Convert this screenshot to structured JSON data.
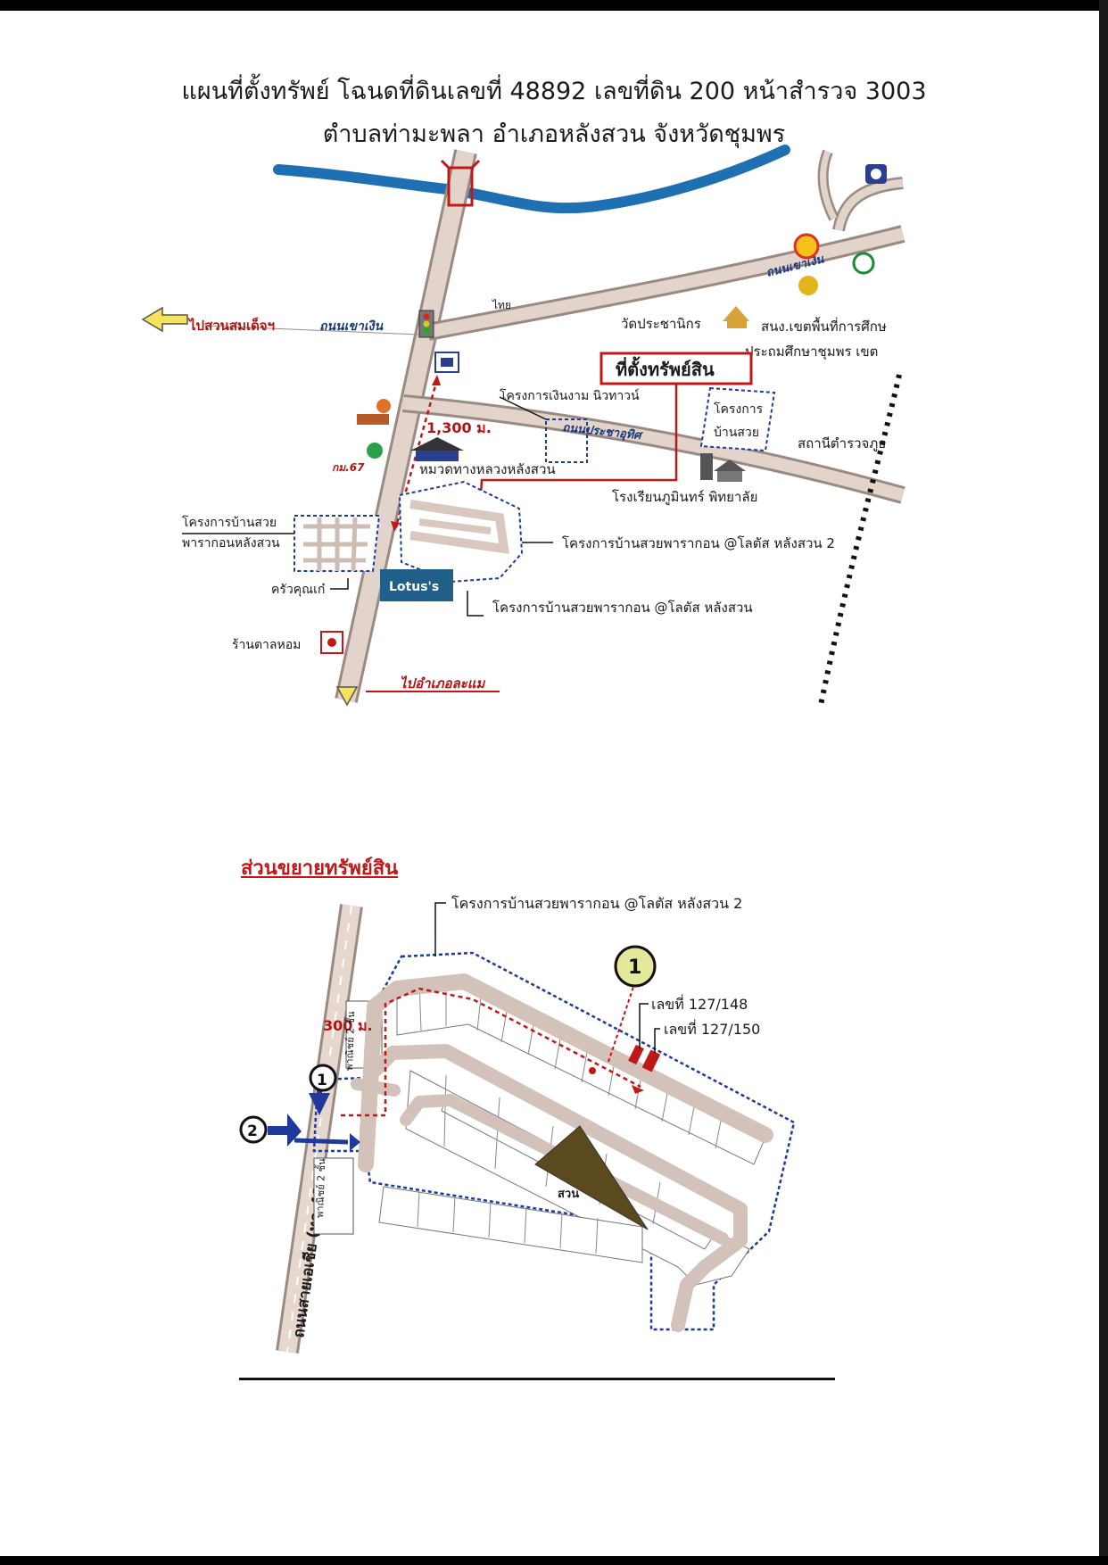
{
  "title_line1": "แผนที่ตั้งทรัพย์ โฉนดที่ดินเลขที่ 48892 เลขที่ดิน 200 หน้าสำรวจ 3003",
  "title_line2": "ตำบลท่ามะพลา อำเภอหลังสวน จังหวัดชุมพร",
  "overview_map": {
    "to_sawan_somdet": "ไปสวนสมเด็จฯ",
    "road_khao_ngoen": "ถนนเขาเงิน",
    "road_khao_ngoen_2": "ถนนเขาเงิน",
    "thai_label": "ไทย",
    "wat": "วัดประชานิกร",
    "office_line1": "สนง.เขตพื้นที่การศึกษ",
    "office_line2": "ประถมศึกษาชุมพร เขต",
    "property_location": "ที่ตั้งทรัพย์สิน",
    "project_ngoen_ngam": "โครงการเงินงาม นิวทาวน์",
    "project_ban_suay_line1": "โครงการ",
    "project_ban_suay_line2": "บ้านสวย",
    "distance": "1,300 ม.",
    "road_pracha_uthit": "ถนนประชาอุทิศ",
    "station": "สถานีตำรวจภูธ",
    "km_marker": "กม.67",
    "highway_office": "หมวดทางหลวงหลังสวน",
    "school": "โรงเรียนภูมินทร์ พิทยาลัย",
    "project_left_line1": "โครงการบ้านสวย",
    "project_left_line2": "พารากอนหลังสวน",
    "project_lotus2": "โครงการบ้านสวยพารากอน @โลตัส หลังสวน 2",
    "restaurant": "ครัวคุณเก๋",
    "lotus": "Lotus's",
    "project_lotus": "โครงการบ้านสวยพารากอน @โลตัส หลังสวน",
    "shop": "ร้านตาลหอม",
    "to_lamae": "ไปอำเภอละแม"
  },
  "enlarged_map": {
    "heading": "ส่วนขยายทรัพย์สิน",
    "project_label": "โครงการบ้านสวยพารากอน @โลตัส หลังสวน 2",
    "marker_1": "1",
    "marker_2": "2",
    "house_127_148": "เลขที่ 127/148",
    "house_127_150": "เลขที่ 127/150",
    "distance": "300 ม.",
    "shophouse_top": "พาณิชย์ 2 ชั้น",
    "shophouse_bottom": "พาณิชย์ 2 ชั้น",
    "park": "สวน",
    "highway": "ถนนสายเอเชีย (ทล.41)"
  },
  "colors": {
    "river": "#1f6fb3",
    "road": "#d9c8bf",
    "road_edge": "#9a8a82",
    "boundary": "#1e3a9a",
    "red": "#c01818",
    "lotus_bg": "#1f5f8a",
    "park": "#5a4a1e"
  }
}
